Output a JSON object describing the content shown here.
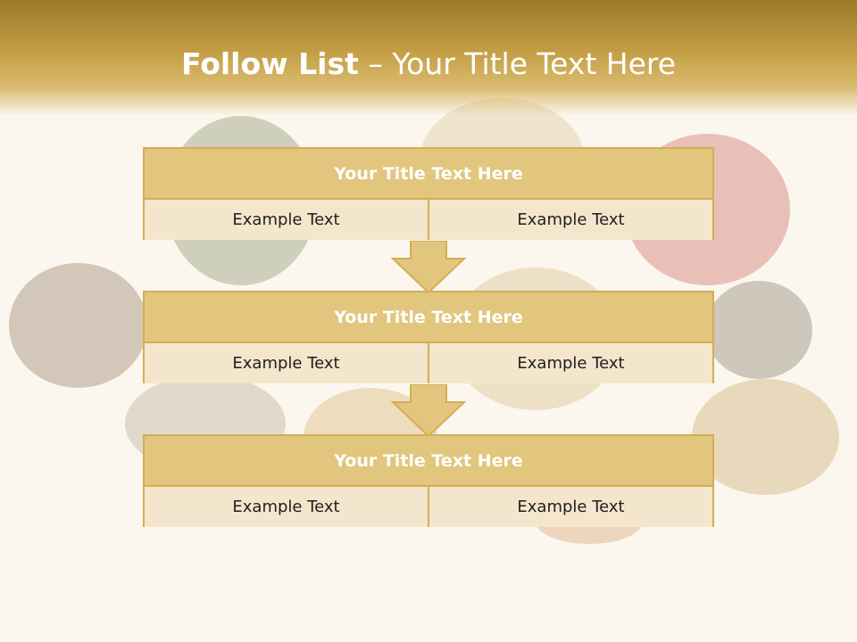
{
  "slide": {
    "title_bold": "Follow List",
    "title_rest": " – Your Title Text Here",
    "accent_color": "#d4ad55",
    "title_fill_color": "#e2c67e",
    "cell_fill_color": "#f4e6cc"
  },
  "blocks": [
    {
      "title": "Your Title Text Here",
      "left": "Example Text",
      "right": "Example Text"
    },
    {
      "title": "Your Title Text Here",
      "left": "Example Text",
      "right": "Example Text"
    },
    {
      "title": "Your Title Text Here",
      "left": "Example Text",
      "right": "Example Text"
    }
  ],
  "connectors": [
    "down-arrow-icon",
    "down-arrow-icon"
  ],
  "background_image": "yarn-balls-and-buttons-photo"
}
